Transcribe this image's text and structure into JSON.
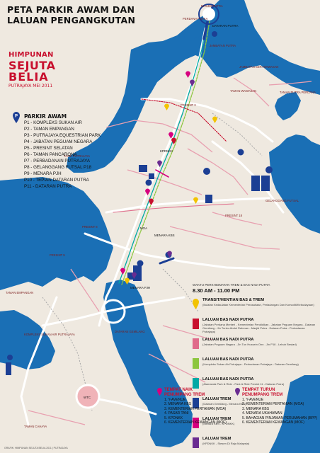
{
  "title": {
    "line1": "PETA PARKIR AWAM DAN",
    "line2": "LALUAN PENGANGKUTAN"
  },
  "logo": {
    "line1": "HIMPUNAN",
    "line2": "SEJUTA",
    "line3": "BELIA",
    "line4": "PUTRAJAYA MEI 2011"
  },
  "parkir": {
    "heading": "PARKIR AWAM",
    "items": [
      "P1 - KOMPLEKS SUKAN AIR",
      "P2 - TAMAN EMPANGAN",
      "P3 - PUTRAJAYA EQUESTRIAN PARK",
      "P4 - JABATAN PEGUAM NEGARA",
      "P5 - PRESINT SELATAN",
      "P6 - TAMAN PANCARONA",
      "P7 - PERBADANAN PUTRAJAYA",
      "P8 - GELANGGANG FUTSAL P18",
      "P9 - MENARA PJH",
      "P10 - TEPIAN DATARAN PUTRA",
      "P11 - DATARAN PUTRA"
    ]
  },
  "legend": {
    "time_label": "WAKTU PERKHIDMATAN TREM & BAS NADI PUTRA",
    "time": "8.30 AM - 11.00 PM",
    "rows": [
      {
        "title": "TRANSIT/HENTIAN BAS & TREM",
        "sub": "(Bulatan Kedaulatan Kementerian Perusahaan, Perladangan Dan Komoditi/Kebudayaan)",
        "color": "#f2c300"
      },
      {
        "title": "LALUAN BAS NADI PUTRA",
        "sub": "(Jabatan Perdana Menteri - Kementerian Pendidikan - Jabatan Peguam Negara - Dataran Gemilang - Jln Tunku Abdul Rahman - Masjid Putra - Dataran Putra - Perbadanan Putrajaya)",
        "color": "#c8102e"
      },
      {
        "title": "LALUAN BAS NADI PUTRA",
        "sub": "(Jabatan Peguam Negara - Jln Tun Hussein Onn - Jln P18 - Lebuh Bestari)",
        "color": "#e06a8a"
      },
      {
        "title": "LALUAN BAS NADI PUTRA",
        "sub": "(Kompleks Sukan Air Putrajaya - Perbadanan Putrajaya - Dataran Gemilang)",
        "color": "#8cc63e"
      },
      {
        "title": "LALUAN BAS NADI PUTRA",
        "sub": "(Alamanda Park & Ride - Park & Ride Presint 11 - Dataran Putra)",
        "color": "#00a9a5"
      },
      {
        "title": "LALUAN TREM",
        "sub": "(Dataran Gemilang - Menara KBS)",
        "color": "#1c3f94"
      },
      {
        "title": "LALUAN TREM",
        "sub": "(Menara KBS - KPDNKK)",
        "color": "#d6007e"
      },
      {
        "title": "LALUAN TREM",
        "sub": "(KPDNKK - Stesen Di Raja Malaysia)",
        "color": "#6a2c91"
      }
    ]
  },
  "stops_naik": {
    "heading1": "TEMPAT NAIK",
    "heading2": "PENUMPANG TREM",
    "items": [
      "1. Y-AVENUE",
      "2. MENARA KBS",
      "3. KEMENTERIAN PERTANIAN (MOA)",
      "4. PASAR TANI",
      "5. KPDNKK",
      "6. KEMENTERIAN KEWANGAN (MOF)"
    ]
  },
  "stops_turun": {
    "heading1": "TEMPAT TURUN",
    "heading2": "PENUMPANG TREM",
    "items": [
      "1. Y-AVENUE",
      "2. KEMENTERIAN PERTANIAN (MOA)",
      "3. MENARA KBS",
      "4. MENARA UKAHAWAN",
      "5. BAHAGIAN PINJAMAN PERUMAHAN (BPP)",
      "6. KEMENTERIAN KEWANGAN (MOF)"
    ]
  },
  "map_labels": {
    "dataran_putra": "DATARAN PUTRA",
    "tasik": "TASIK PUTRAJAYA",
    "taman_wawasan": "TAMAN WAWASAN",
    "taman_putra": "TAMAN PUTRA PERDANA",
    "menara_kbs": "MENARA KBS",
    "moa": "MOA",
    "kpdnkk": "KPDNKK",
    "menara_pjh": "MENARA PJH",
    "presint_8": "PRESINT 8",
    "presint_3": "PRESINT 3",
    "presint_9": "PRESINT 9",
    "presint_18": "PRESINT 18",
    "kompleks_sukan": "KOMPLEKS SUKAN AIR PUTRAJAYA",
    "gelanggang": "GELANGGANG FUTSAL",
    "taman_empangan": "TAMAN EMPANGAN",
    "wtc": "WTC",
    "taman_cahaya": "TAMAN CAHAYA",
    "dataran_gemilang": "DATARAN GEMILANG",
    "jambatan_putra": "JAMBATAN PUTRA",
    "jambatan_seri": "JAMBATAN SERI WAWASAN",
    "masjid": "MASJID PUTRA",
    "perdana_putra": "PERDANA PUTRA"
  },
  "footer": "GRAFIK: HIMPUNAN SEJUTA BELIA 2011 | PUTRAJAYA",
  "colors": {
    "water": "#1a6fb5",
    "land": "#efe9e0",
    "road_pink": "#e8a0b0",
    "accent_red": "#c8102e",
    "parking_blue": "#1c3f94"
  }
}
